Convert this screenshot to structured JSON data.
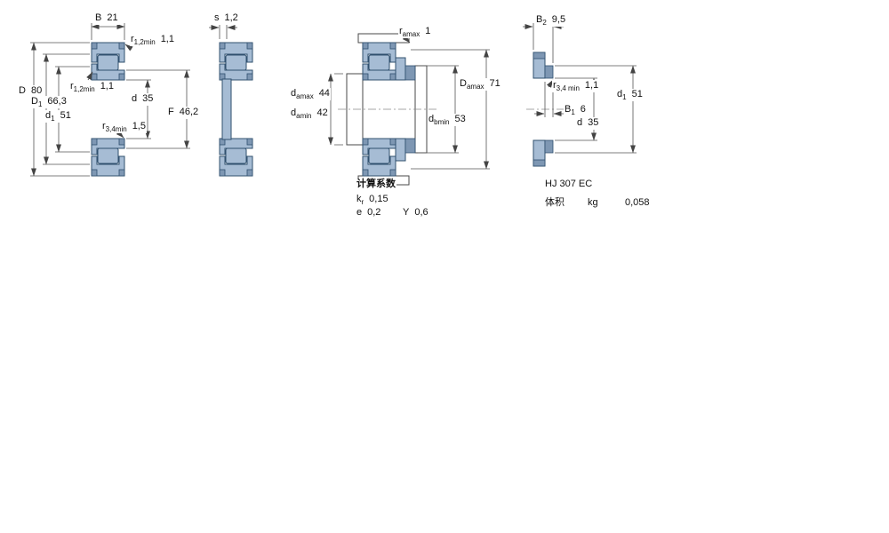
{
  "colors": {
    "background": "#ffffff",
    "steel_fill": "#a6bcd4",
    "steel_shade": "#7e97b3",
    "line": "#4a4a4a"
  },
  "views": {
    "bearing_section": {
      "dims": {
        "B": {
          "sym": "B",
          "sub": "",
          "val": "21"
        },
        "r12_top": {
          "sym": "r",
          "sub": "1,2min",
          "val": "1,1"
        },
        "D": {
          "sym": "D",
          "sub": "",
          "val": "80"
        },
        "D1": {
          "sym": "D",
          "sub": "1",
          "val": "66,3"
        },
        "d1": {
          "sym": "d",
          "sub": "1",
          "val": "51"
        },
        "r12_mid": {
          "sym": "r",
          "sub": "1,2min",
          "val": "1,1"
        },
        "d": {
          "sym": "d",
          "sub": "",
          "val": "35"
        },
        "r34": {
          "sym": "r",
          "sub": "3,4min",
          "val": "1,5"
        },
        "F": {
          "sym": "F",
          "sub": "",
          "val": "46,2"
        }
      }
    },
    "ring_section": {
      "dims": {
        "s": {
          "sym": "s",
          "sub": "",
          "val": "1,2"
        }
      }
    },
    "mounting": {
      "dims": {
        "ra": {
          "sym": "r",
          "sub": "amax",
          "val": "1"
        },
        "damax": {
          "sym": "d",
          "sub": "amax",
          "val": "44"
        },
        "damin": {
          "sym": "d",
          "sub": "amin",
          "val": "42"
        },
        "Damax": {
          "sym": "D",
          "sub": "amax",
          "val": "71"
        },
        "dbmin": {
          "sym": "d",
          "sub": "bmin",
          "val": "53"
        }
      },
      "factors": {
        "heading": "计算系数",
        "kr": {
          "sym": "k",
          "sub": "r",
          "val": "0,15"
        },
        "e": {
          "sym": "e",
          "sub": "",
          "val": "0,2"
        },
        "Y": {
          "sym": "Y",
          "sub": "",
          "val": "0,6"
        }
      }
    },
    "angle_ring": {
      "dims": {
        "B2": {
          "sym": "B",
          "sub": "2",
          "val": "9,5"
        },
        "r34": {
          "sym": "r",
          "sub": "3,4 min",
          "val": "1,1"
        },
        "d1": {
          "sym": "d",
          "sub": "1",
          "val": "51"
        },
        "B1": {
          "sym": "B",
          "sub": "1",
          "val": "6"
        },
        "d": {
          "sym": "d",
          "sub": "",
          "val": "35"
        }
      },
      "info": {
        "designation": "HJ 307 EC",
        "mass_label": "体积",
        "mass_unit": "kg",
        "mass_value": "0,058"
      }
    }
  }
}
